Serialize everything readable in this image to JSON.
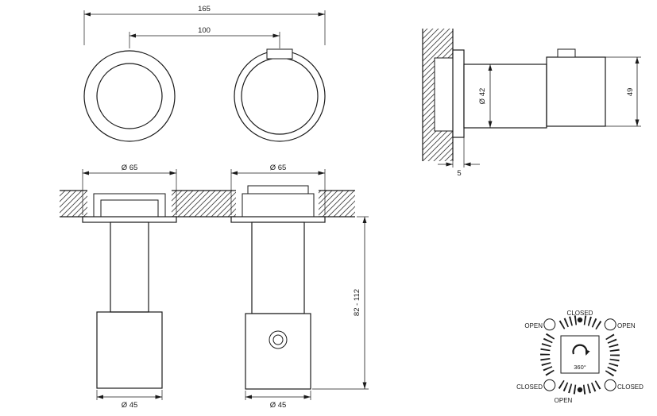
{
  "front_view": {
    "dim_total": "165",
    "dim_centers": "100"
  },
  "side_view": {
    "dim_diameter": "Ø 42",
    "dim_length": "49",
    "dim_offset": "5"
  },
  "section_view": {
    "dim_flange_left": "Ø 65",
    "dim_flange_right": "Ø 65",
    "dim_handle_left": "Ø 45",
    "dim_handle_right": "Ø 45",
    "dim_depth": "82 - 112"
  },
  "rotation": {
    "angle": "360°",
    "top": "CLOSED",
    "top_left": "OPEN",
    "top_right": "OPEN",
    "bottom_left": "CLOSED",
    "bottom_right": "CLOSED",
    "bottom": "OPEN"
  }
}
